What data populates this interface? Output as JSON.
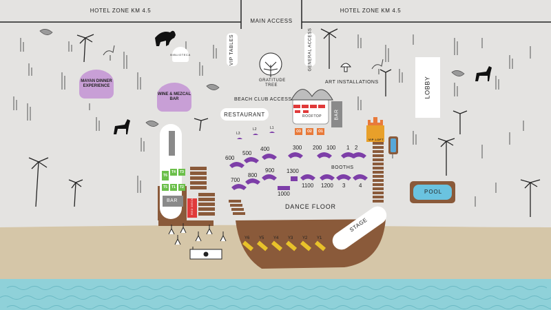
{
  "header": {
    "left_road": "HOTEL ZONE KM 4.5",
    "right_road": "HOTEL ZONE KM 4.5",
    "main_access": "MAIN ACCESS"
  },
  "areas": {
    "biblioteca": "BIBLIOTECA",
    "vip_tables": "VIP TABLES",
    "general_access": "GENERAL ACCESS",
    "gratitude_tree": "GRATITUDE TREE",
    "art_installations": "ART INSTALLATIONS",
    "beach_club_access": "BEACH CLUB ACCESS",
    "lobby": "LOBBY",
    "mayan_dinner": "MAYAN DINNER EXPERIENCE",
    "wine_mezcal_bar": "WINE & MEZCAL BAR",
    "restaurant": "RESTAURANT",
    "rooftop": "ROOFTOP",
    "bar_right": "BAR",
    "bar_left": "BAR",
    "vip_loft": "VIP LOFT",
    "pool": "POOL",
    "dance_floor": "DANCE FLOOR",
    "stage": "STAGE",
    "booths": "BOOTHS",
    "red_deck": "RED DECK"
  },
  "tables": {
    "l_tables": [
      "L3",
      "L2",
      "L1"
    ],
    "o_tables": [
      "O3",
      "O2",
      "O1"
    ],
    "t_tables": [
      "T6",
      "T4",
      "T3",
      "T5",
      "T1",
      "T2"
    ],
    "y_tables": [
      "Y6",
      "Y5",
      "Y4",
      "Y3",
      "Y2",
      "Y1"
    ]
  },
  "booth_numbers": {
    "row1": [
      "600",
      "500",
      "400",
      "300",
      "200",
      "100",
      "1",
      "2"
    ],
    "row2": [
      "700",
      "800",
      "900",
      "1100",
      "1200",
      "3",
      "4"
    ],
    "singles": [
      "1300",
      "1000"
    ]
  },
  "colors": {
    "ground": "#e4e3e1",
    "sand": "#d5c6a8",
    "water": "#8fd1d9",
    "wood": "#8a5a3a",
    "booth_purple": "#7d3ea8",
    "lounge_purple": "#c89fd6",
    "table_green": "#6bbf4a",
    "red": "#e03a3a",
    "orange": "#e87a3a",
    "yellow": "#e8c22a"
  }
}
